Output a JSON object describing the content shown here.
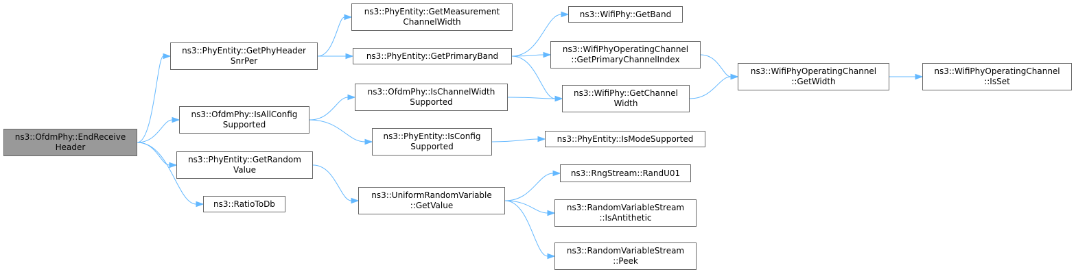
{
  "nodes": {
    "end_receive_header": {
      "lines": [
        "ns3::OfdmPhy::EndReceive",
        "Header"
      ]
    },
    "get_phy_header_snr_per": {
      "lines": [
        "ns3::PhyEntity::GetPhyHeader",
        "SnrPer"
      ]
    },
    "is_all_config_supported": {
      "lines": [
        "ns3::OfdmPhy::IsAllConfig",
        "Supported"
      ]
    },
    "get_random_value": {
      "lines": [
        "ns3::PhyEntity::GetRandom",
        "Value"
      ]
    },
    "ratio_to_db": {
      "lines": [
        "ns3::RatioToDb"
      ]
    },
    "get_measurement_channel_width": {
      "lines": [
        "ns3::PhyEntity::GetMeasurement",
        "ChannelWidth"
      ]
    },
    "get_primary_band": {
      "lines": [
        "ns3::PhyEntity::GetPrimaryBand"
      ]
    },
    "is_channel_width_supported": {
      "lines": [
        "ns3::OfdmPhy::IsChannelWidth",
        "Supported"
      ]
    },
    "is_config_supported": {
      "lines": [
        "ns3::PhyEntity::IsConfig",
        "Supported"
      ]
    },
    "uniform_get_value": {
      "lines": [
        "ns3::UniformRandomVariable",
        "::GetValue"
      ]
    },
    "wifiphy_get_band": {
      "lines": [
        "ns3::WifiPhy::GetBand"
      ]
    },
    "get_primary_channel_index": {
      "lines": [
        "ns3::WifiPhyOperatingChannel",
        "::GetPrimaryChannelIndex"
      ]
    },
    "wifiphy_get_channel_width": {
      "lines": [
        "ns3::WifiPhy::GetChannel",
        "Width"
      ]
    },
    "is_mode_supported": {
      "lines": [
        "ns3::PhyEntity::IsModeSupported"
      ]
    },
    "rand_u01": {
      "lines": [
        "ns3::RngStream::RandU01"
      ]
    },
    "is_antithetic": {
      "lines": [
        "ns3::RandomVariableStream",
        "::IsAntithetic"
      ]
    },
    "peek": {
      "lines": [
        "ns3::RandomVariableStream",
        "::Peek"
      ]
    },
    "operating_channel_get_width": {
      "lines": [
        "ns3::WifiPhyOperatingChannel",
        "::GetWidth"
      ]
    },
    "operating_channel_is_set": {
      "lines": [
        "ns3::WifiPhyOperatingChannel",
        "::IsSet"
      ]
    }
  },
  "edges": [
    [
      "end_receive_header",
      "get_phy_header_snr_per"
    ],
    [
      "end_receive_header",
      "is_all_config_supported"
    ],
    [
      "end_receive_header",
      "get_random_value"
    ],
    [
      "end_receive_header",
      "ratio_to_db"
    ],
    [
      "get_phy_header_snr_per",
      "get_measurement_channel_width"
    ],
    [
      "get_phy_header_snr_per",
      "get_primary_band"
    ],
    [
      "get_primary_band",
      "wifiphy_get_band"
    ],
    [
      "get_primary_band",
      "get_primary_channel_index"
    ],
    [
      "get_primary_band",
      "wifiphy_get_channel_width"
    ],
    [
      "get_primary_channel_index",
      "operating_channel_get_width"
    ],
    [
      "wifiphy_get_channel_width",
      "operating_channel_get_width"
    ],
    [
      "operating_channel_get_width",
      "operating_channel_is_set"
    ],
    [
      "is_all_config_supported",
      "is_channel_width_supported"
    ],
    [
      "is_all_config_supported",
      "is_config_supported"
    ],
    [
      "is_channel_width_supported",
      "wifiphy_get_channel_width"
    ],
    [
      "is_config_supported",
      "is_mode_supported"
    ],
    [
      "get_random_value",
      "uniform_get_value"
    ],
    [
      "uniform_get_value",
      "rand_u01"
    ],
    [
      "uniform_get_value",
      "is_antithetic"
    ],
    [
      "uniform_get_value",
      "peek"
    ]
  ],
  "colors": {
    "edge": "#63b8ff",
    "node_border": "#666666",
    "root_fill": "#999999",
    "node_fill": "#ffffff"
  }
}
